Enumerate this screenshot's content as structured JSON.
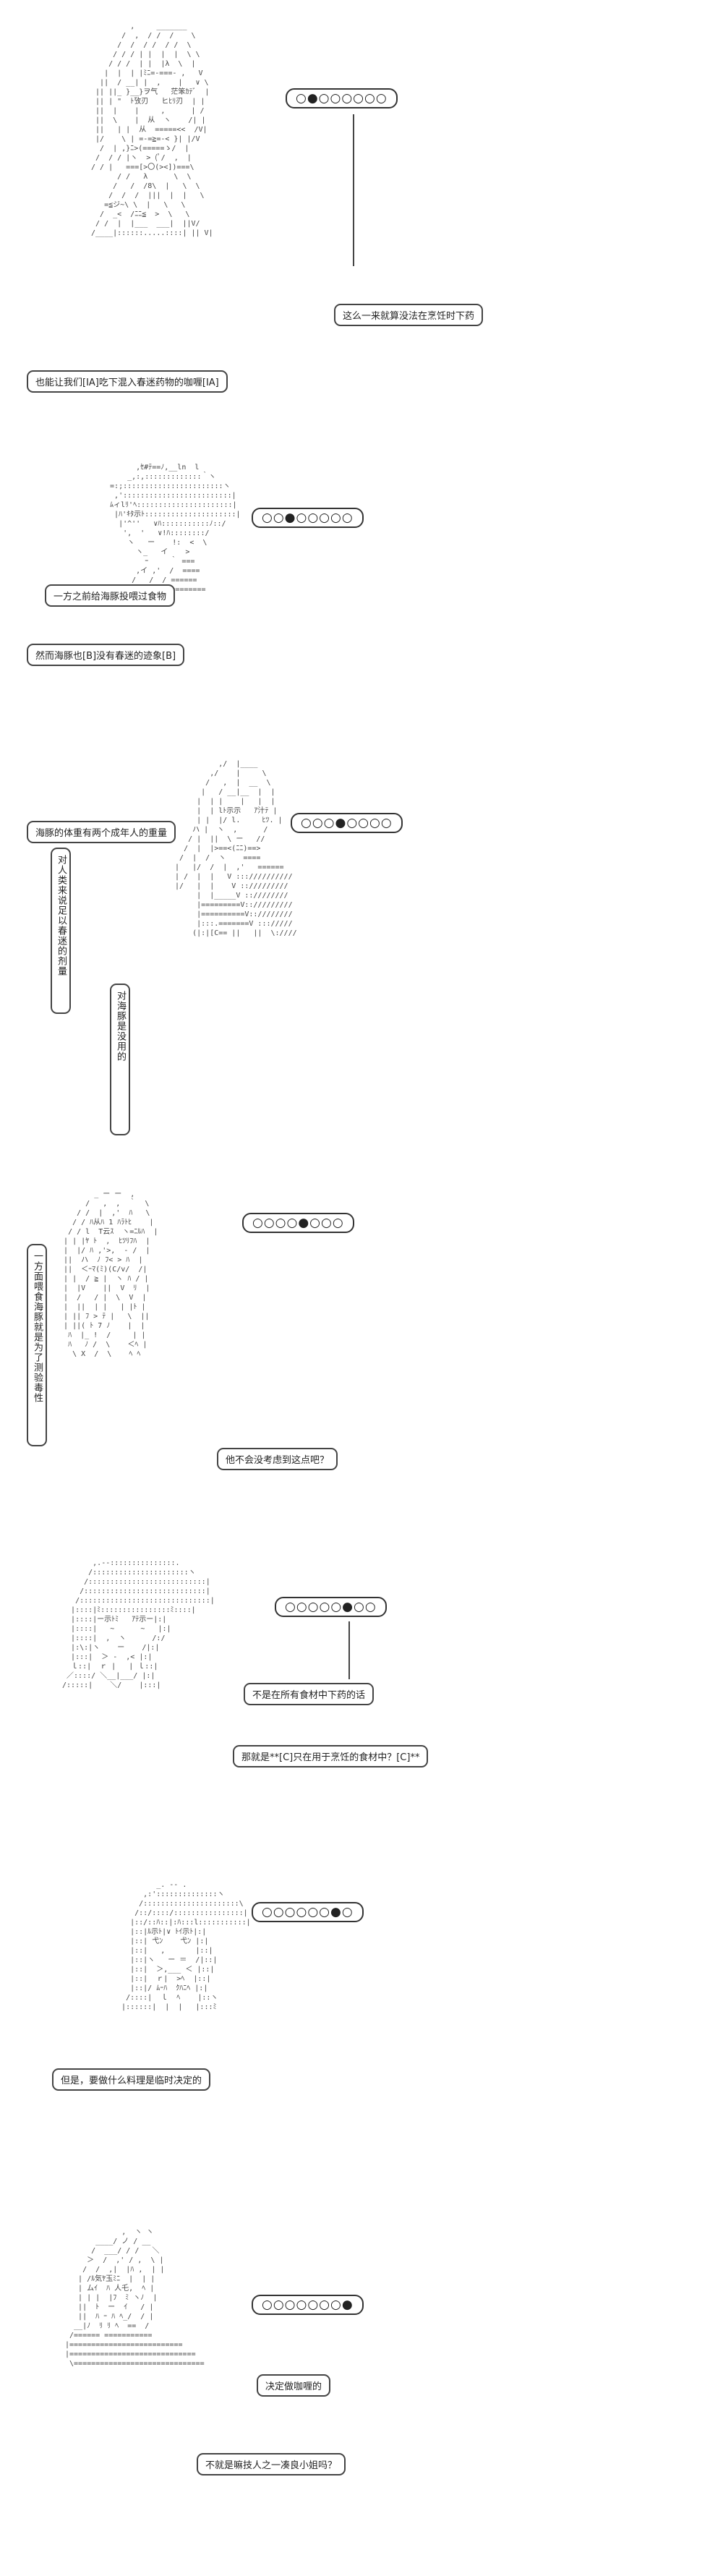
{
  "panels": [
    {
      "progress": "○●○○○○○○",
      "bubbles": [
        "这么一来就算没法在烹饪时下药",
        "也能让我们[IA]吃下混入春迷药物的咖喱[IA]"
      ],
      "art": "          ,     _______\n        /  ,  / /  /    \\\n       /  /  / /  / /  \\\n      / / / | |  |  |  \\ \\\n     / / /  | |  |λ  \\  |\n    |  |  | |ﾐﾆ=-===- ,   V\n   ||  / __| |  ,    |   ∨ \\\n  || ||_ }__}ヲ气   茫笨ｶﾃﾞ  |\n  || | \"  ﾄ攷刃   ヒﾋﾘ刃  | |\n  ||  |    |     ,      | /\n  ||  \\    |  从  ヽ    /| |\n  ||   | |  从  =====<<  /V|\n  |/    \\ | =-=≧=-< }| |/V\n   /  | ,}ﾆ>(=====ゝ/  |\n  /  / / |ヽ  > (ﾟ/  ,  |\n / / |   ===[>〇(><])===\\\n       / /   λ      \\  \\\n      /   /  /8\\  |   \\  \\\n     /  /  /  |||  |  |   \\\n    =≦ジ~\\ \\  |   \\   \\\n   /  _<  /ﾆﾆ≦  >  \\   \\\n  / /  |  |___  ___|  ||V/\n /____|::::::.....::::| || V|"
    },
    {
      "progress": "○○●○○○○○",
      "bubbles": [
        "一方之前给海豚投喂过食物",
        "然而海豚也[B]没有春迷的迹象[B]"
      ],
      "art": "        ,ｾ#ﾃ==ﾉ,__ln  l\n      _,:,:::::::::::::｀ヽ\n  =:;:::::::::::::::::::::::ヽ\n   ,':::::::::::::::::::::::::|\n  ﾑィlﾘ'ﾍ::::::::::::::::::::::|\n   |ﾊ'ｷﾀ示ﾄ:::::::::::::::::::::|\n    |'^''   ∨ﾊ:::::::::::ﾉ::/\n     ',  '   ∨!ﾊ::::::::/\n      ヽ   ー    !:  <  \\\n        ヽ_   イ    >\n          ｰ     ｀ ===\n        ,イ ,'  /  ====\n       /   /  / ======\n      /   |  | ========="
    },
    {
      "progress": "○○○●○○○○",
      "bubbles": [
        "海豚的体重有两个成年人的重量",
        "对人类来说足以春迷的剂量",
        "对海豚是没用的"
      ],
      "art": "            ,/  |____\n          ,/    |     \\\n         /   ,  |  __  \\\n        |   / __|__  |  |\n       |  | |    |   |  |\n       |  | lﾄ示示   ｱ汁ﾃ |\n       | |  |/ l.     ﾋﾂ. |\n      ハ |  ヽ  ,      /\n     / |  ||  \\ ー   //\n    /  |  |>==<(ﾆﾆ)==>\n   /  |  /  ヽ    ====\n  |   |/  /  |  ,'   ======\n  | /  |  |   V ::://////////\n  |/   |  |    V :://///////\n       |  |_____V ::////////\n       |=========V:://///////\n       |==========V::////////\n       |:::.=======V ::://///\n      (|:|[C== ||   ||  \\:////"
    },
    {
      "progress": "○○○○●○○○",
      "bubbles": [
        "一方面喂食海豚就是为了测验毒性",
        "他不会没考虑到这点吧？"
      ],
      "art": "          _ ー ー  ,\n        /   ,  ,  ｀  \\\n      / /  |  ,'  ﾊ   \\\n     / / ﾊ从ﾊ 1 ﾊﾗﾄﾋ    |\n    / / l  T云ｽ  ヽ=ﾆﾙﾊ  |\n   | | |ﾔ ﾄ  ,  ﾋﾂﾘﾌﾊ  |\n   |  |/ ﾊ ,'>,  - /  |\n   ||  ハ  ﾉ ﾌ< > ﾊ  |\n   ||  ＜ｰﾏ(ﾐ)(C/v/  /|\n   | |  / ≧ |  ヽ ﾊ / |\n   |  |V    ||  V  ﾘ  |\n   |  /   / |  \\  V  |\n   |  ||  | |   | |ﾄ |\n   | || ﾌ > ﾃ |   \\  ||\n   | ||( ﾄ 7 ﾉ    |  |\n    ﾊ  |_ !  /     | |\n    ﾊ   ﾉ /  \\    ＜ﾍ |\n     \\ X  /  \\    ﾍ ﾍ"
    },
    {
      "progress": "○○○○○●○○",
      "bubbles": [
        "不是在所有食材中下药的话",
        "那就是**[C]只在用于烹饪的食材中？[C]**"
      ],
      "art": "        ,.-‐:::::::::::::::.\n       /::::::::::::::::::::::ヽ\n      /:::::::::::::::::::::::::::|\n     /::::::::::::::::::::::::::::|\n    /::::::::::::::::::::::::::::::|\n   |::::|ﾐ::::::::::::::::ﾐ::::|\n   |::::|ー示ﾄﾐ   ｱﾃ示ー|:|\n   |::::|   ~      ~   |:|\n   |::::|  ,  ヽ      /:/\n   |:\\:|ヽ    ー    /|:|\n   |:::|  ＞ -  ,< |:|\n   ｌ::|  ｒ |   | ｌ::|\n  ／::::/ ＼__|___/ |:|\n /:::::|    ＼/    |:::|"
    },
    {
      "progress": "○○○○○○●○",
      "bubbles": [
        "但是，要做什么料理是临时决定的"
      ],
      "art": "           _. ‐‐ .\n        ,:'::::::::::::::ヽ\n       /::::::::::::::::::::::\\\n      /::/::::/::::::::::::::::|\n     |::/::ﾊ::|:ﾊ:::l:::::::::::|\n     |::|ﾙ示ﾄ|∨ ﾄｲ示ﾄ|:|\n     |::| 弋ﾝ    弋ﾝ |:|\n     |::|   ,       |::|\n     |::|ヽ   ー ＝  /|::|\n     |::|  ＞,___ ＜ |::|\n     |::|  ｒ|  >ﾍ  |::|\n     |::|/ ﾑｰﾊ  ｸﾊﾆﾍ |:|\n    /::::|  ｌ  ﾍ    |::ヽ\n   |::::::|  |  |   |:::ﾐ"
    },
    {
      "progress": "○○○○○○○●",
      "bubbles": [
        "决定做咖喱的",
        "不就是嘛技人之一凑良小姐吗？"
      ],
      "art": "             ,  ヽ ヽ\n       ____/ ノ / __\n      /  ___/ / /   ＼\n     ＞  /  ,' / ,  \\ |\n    /  /  ,|  |ﾊ ,  | |\n   | /ﾙ気ﾔ玉ﾐﾆ  |  | |\n   | ムｲ  ﾊ 人乇,  ﾍ |\n   | | |  |ﾌ  ﾐ ヽﾉ  |\n   ||  ﾄ  ー  ｲ   / |\n   ||  ﾊ ｰ ﾊ ﾍ_/  / |\n  __|ﾉ  ﾘ ﾘ ﾍ  ==  /\n /====== ===========\n|==========================\n|=============================\n \\=============================="
    }
  ]
}
